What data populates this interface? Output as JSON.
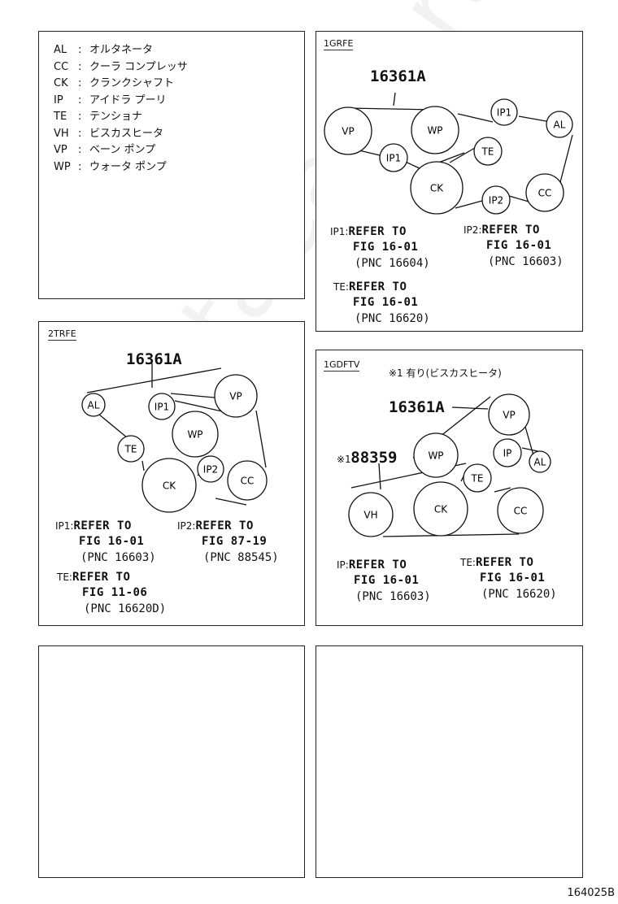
{
  "legend": [
    {
      "code": "AL",
      "name": "オルタネータ"
    },
    {
      "code": "CC",
      "name": "クーラ コンプレッサ"
    },
    {
      "code": "CK",
      "name": "クランクシャフト"
    },
    {
      "code": "IP",
      "name": "アイドラ プーリ"
    },
    {
      "code": "TE",
      "name": "テンショナ"
    },
    {
      "code": "VH",
      "name": "ビスカスヒータ"
    },
    {
      "code": "VP",
      "name": "ベーン ポンプ"
    },
    {
      "code": "WP",
      "name": "ウォータ ポンプ"
    }
  ],
  "legend_sep": ":",
  "p1grfe": {
    "tag": "1GRFE",
    "part": "16361A",
    "ip1": {
      "k": "IP1:",
      "l1": "REFER TO",
      "l2": "FIG 16-01",
      "l3": "(PNC 16604)"
    },
    "ip2": {
      "k": "IP2:",
      "l1": "REFER TO",
      "l2": "FIG 16-01",
      "l3": "(PNC 16603)"
    },
    "te": {
      "k": "TE:",
      "l1": "REFER TO",
      "l2": "FIG 16-01",
      "l3": "(PNC 16620)"
    }
  },
  "p2trfe": {
    "tag": "2TRFE",
    "part": "16361A",
    "ip1": {
      "k": "IP1:",
      "l1": "REFER TO",
      "l2": "FIG 16-01",
      "l3": "(PNC 16603)"
    },
    "ip2": {
      "k": "IP2:",
      "l1": "REFER TO",
      "l2": "FIG 87-19",
      "l3": "(PNC 88545)"
    },
    "te": {
      "k": "TE:",
      "l1": "REFER TO",
      "l2": "FIG 11-06",
      "l3": "(PNC 16620D)"
    }
  },
  "p1gdftv": {
    "tag": "1GDFTV",
    "note": "※1 有り(ビスカスヒータ)",
    "part": "16361A",
    "part2_mark": "※1",
    "part2": "88359",
    "ip": {
      "k": "IP:",
      "l1": "REFER TO",
      "l2": "FIG 16-01",
      "l3": "(PNC 16603)"
    },
    "te": {
      "k": "TE:",
      "l1": "REFER TO",
      "l2": "FIG 16-01",
      "l3": "(PNC 16620)"
    }
  },
  "pulleys": {
    "VP": "VP",
    "WP": "WP",
    "IP1": "IP1",
    "IP2": "IP2",
    "IP": "IP",
    "AL": "AL",
    "TE": "TE",
    "CK": "CK",
    "CC": "CC",
    "VH": "VH"
  },
  "watermark": "ToyotaCarPartsOnline",
  "code": "164025B"
}
